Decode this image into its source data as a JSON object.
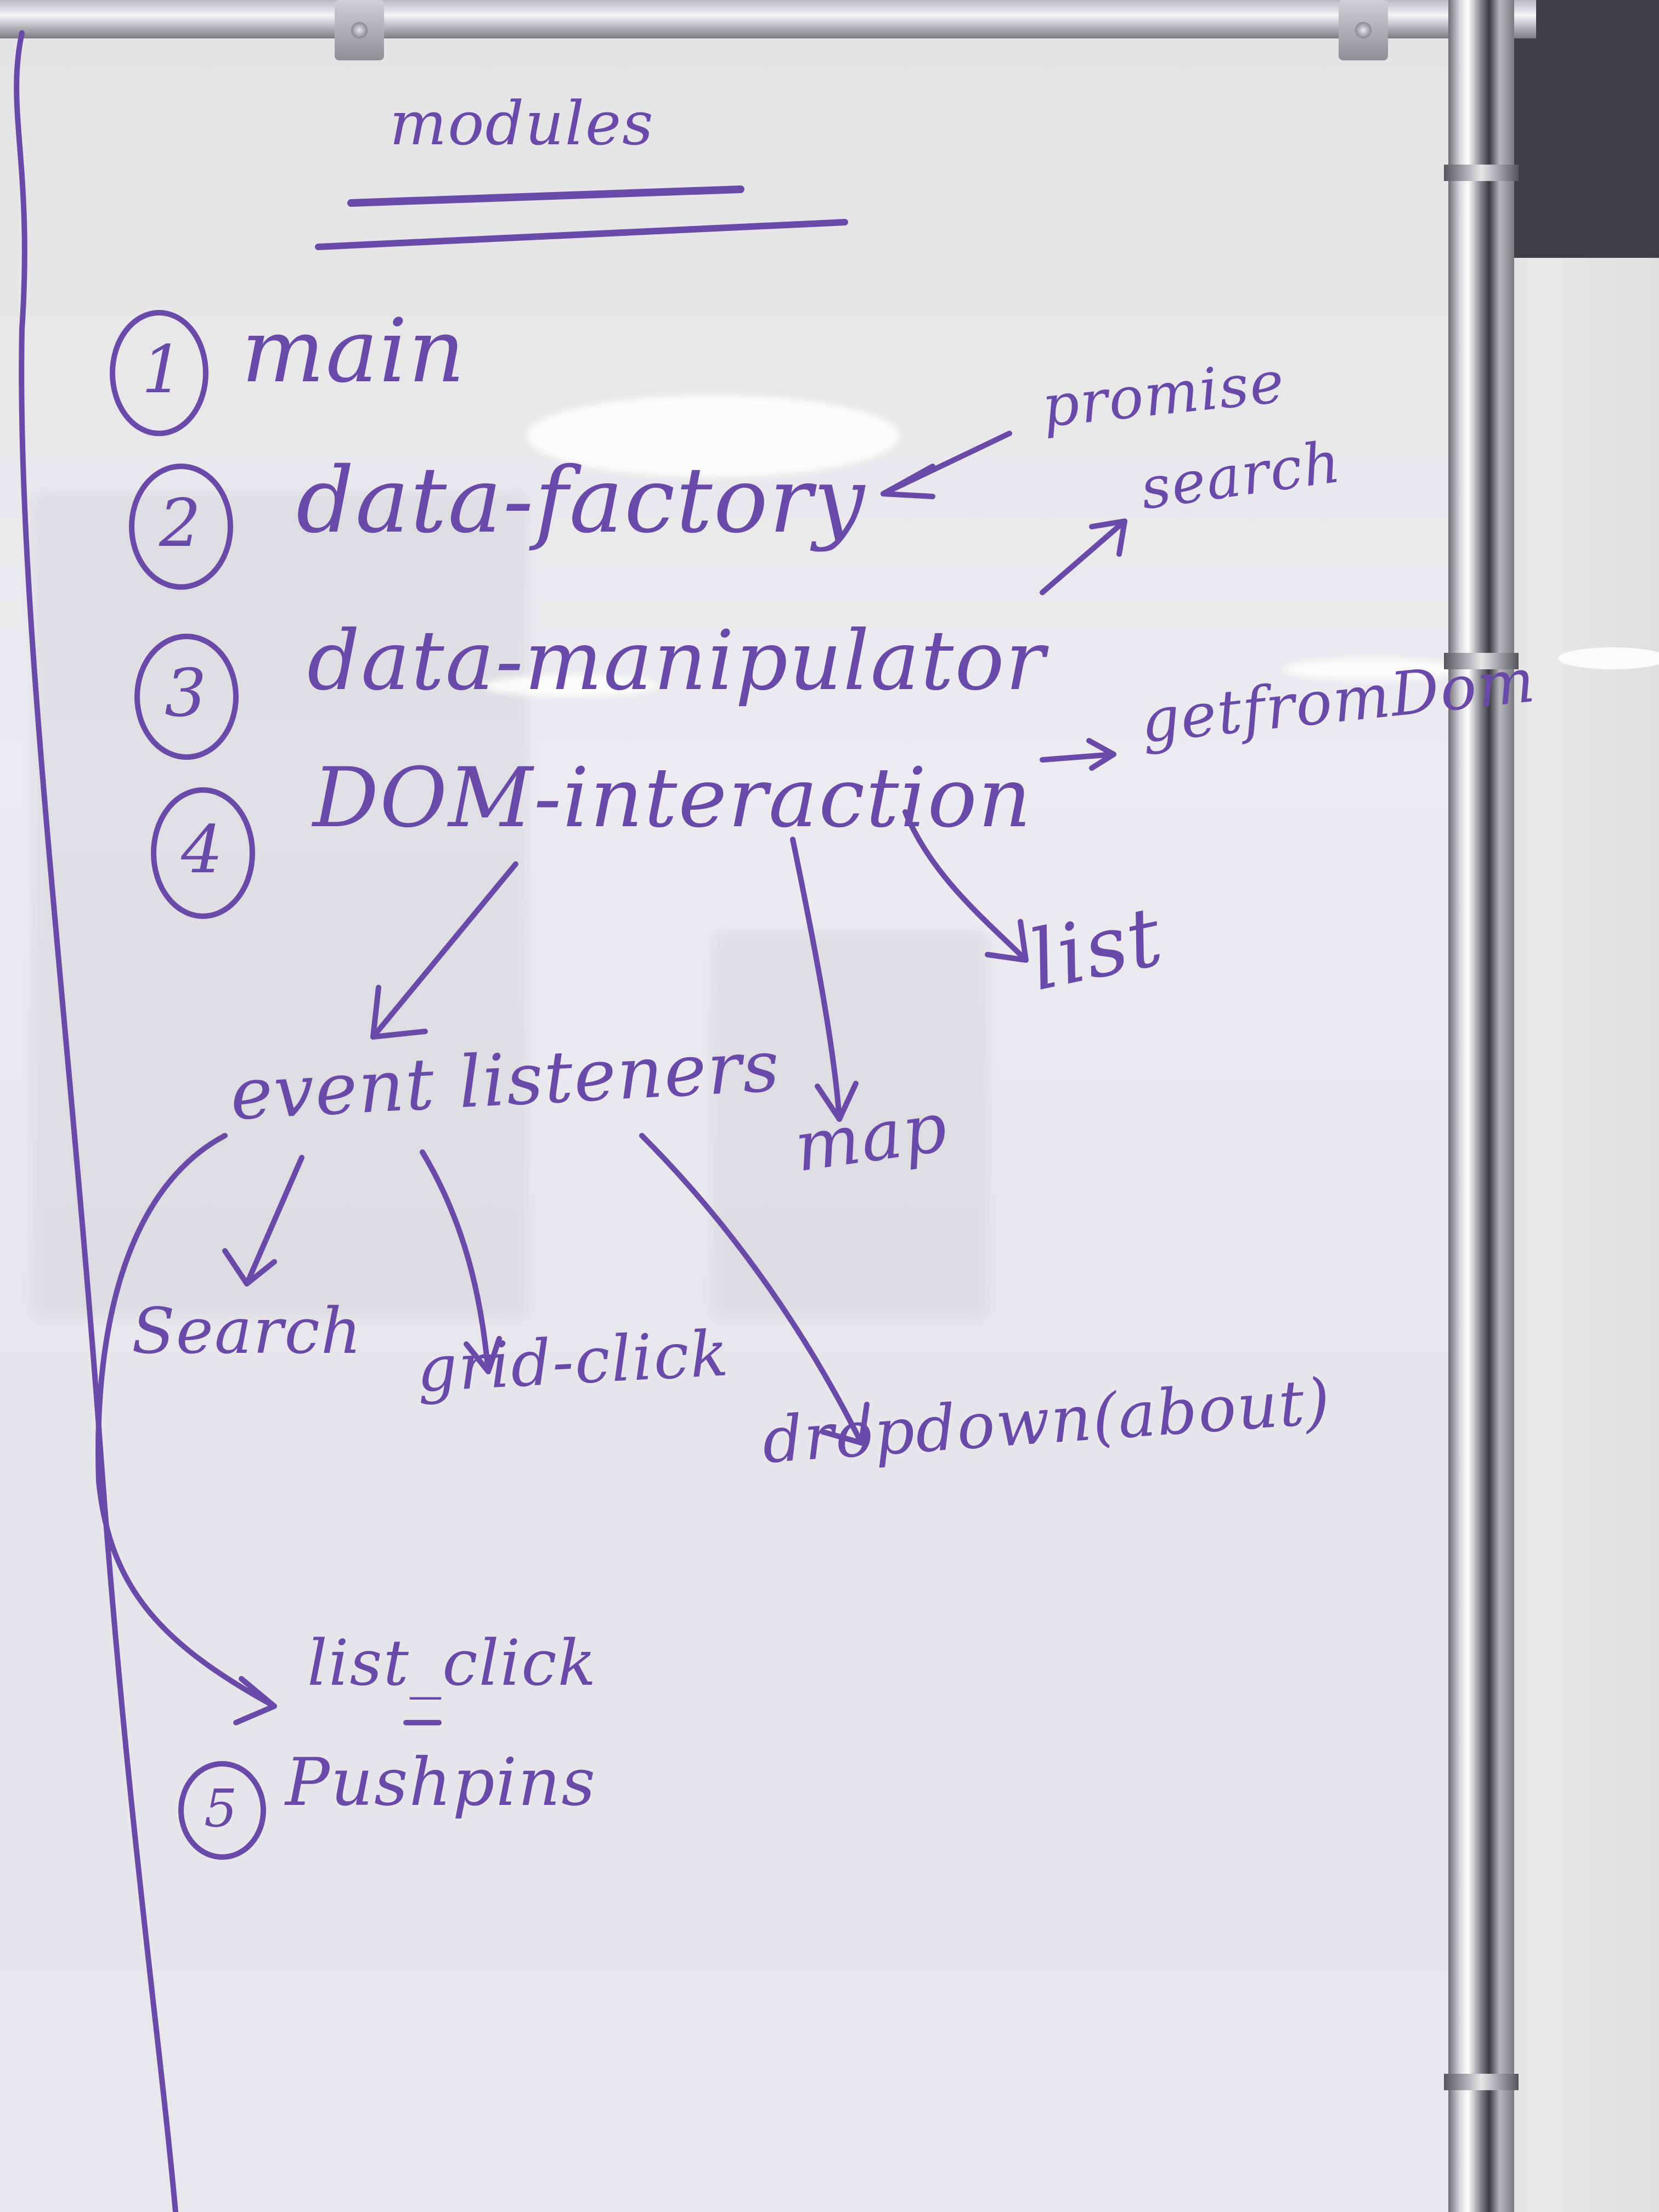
{
  "whiteboard": {
    "heading": "modules",
    "modules": [
      {
        "number": "1",
        "name": "main"
      },
      {
        "number": "2",
        "name": "data-factory"
      },
      {
        "number": "3",
        "name": "data-manipulator"
      },
      {
        "number": "4",
        "name": "DOM-interaction"
      },
      {
        "number": "5",
        "name": "Pushpins"
      }
    ],
    "notes": {
      "promise": "promise",
      "search": "search",
      "getfromdom": "getfromDom",
      "list": "list",
      "map": "map",
      "event_listeners": "event listeners",
      "search_handler": "Search",
      "grid_click": "grid-click",
      "dropdown": "dropdown(about)",
      "list_click": "list_click"
    },
    "ink_color": "#6a4aa8"
  }
}
